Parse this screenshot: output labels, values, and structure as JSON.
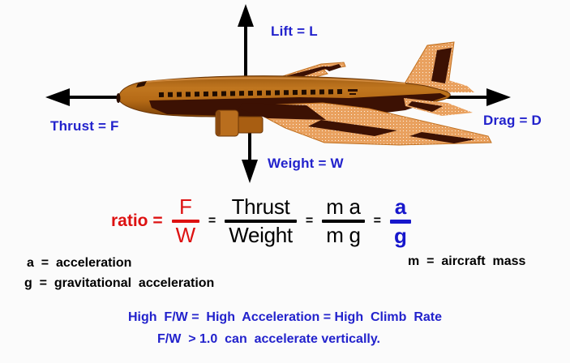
{
  "forces": {
    "lift": "Lift = L",
    "thrust": "Thrust = F",
    "drag": "Drag = D",
    "weight": "Weight = W"
  },
  "equation": {
    "ratio_label": "ratio =",
    "equals": "=",
    "fracs": [
      {
        "num": "F",
        "den": "W"
      },
      {
        "num": "Thrust",
        "den": "Weight"
      },
      {
        "num": "m a",
        "den": "m g"
      },
      {
        "num": "a",
        "den": "g"
      }
    ]
  },
  "definitions": {
    "a": "a  =  acceleration",
    "g": "g  =  gravitational  acceleration",
    "m": "m  =  aircraft  mass"
  },
  "footer": {
    "line1": "High  F/W =  High  Acceleration = High  Climb  Rate",
    "line2": "F/W  > 1.0  can  accelerate vertically."
  },
  "colors": {
    "label_blue": "#2222CC",
    "ratio_red": "#DD1111",
    "equation_black": "#000000",
    "fuselage_orange": "#C0761F",
    "wing_peach": "#EBA261",
    "dark_maroon": "#3C1103",
    "background": "#FBFBFB"
  }
}
